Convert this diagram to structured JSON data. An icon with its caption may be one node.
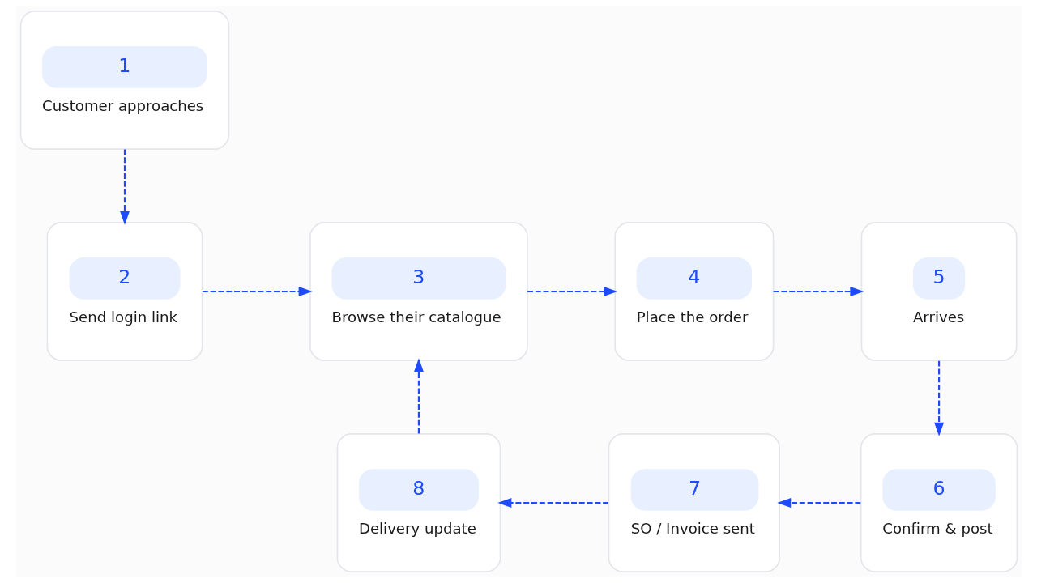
{
  "diagram": {
    "nodes": [
      {
        "text": [
          "1",
          "Customer approaches"
        ]
      },
      {
        "text": [
          "2",
          "Send login link"
        ]
      },
      {
        "text": [
          "3",
          "Browse their catalogue"
        ]
      },
      {
        "text": [
          "4",
          "Place the order"
        ]
      },
      {
        "text": [
          "5",
          "Arrives"
        ]
      },
      {
        "text": [
          "6",
          "Confirm & post"
        ]
      },
      {
        "text": [
          "7",
          "SO / Invoice sent"
        ]
      },
      {
        "text": [
          "8",
          "Delivery update"
        ]
      }
    ],
    "edges": [
      {
        "from": 0,
        "to": 1,
        "arrow": "to",
        "style": "dashed"
      },
      {
        "from": 1,
        "to": 2,
        "arrow": "to",
        "style": "dashed"
      },
      {
        "from": 7,
        "to": 2,
        "arrow": "to",
        "style": "dashed"
      },
      {
        "from": 2,
        "to": 3,
        "arrow": "to",
        "style": "dashed"
      },
      {
        "from": 3,
        "to": 4,
        "arrow": "to",
        "style": "dashed"
      },
      {
        "from": 4,
        "to": 5,
        "arrow": "to",
        "style": "dashed"
      },
      {
        "from": 5,
        "to": 6,
        "arrow": "to",
        "style": "dashed"
      },
      {
        "from": 6,
        "to": 7,
        "arrow": "to",
        "style": "dashed"
      }
    ]
  }
}
